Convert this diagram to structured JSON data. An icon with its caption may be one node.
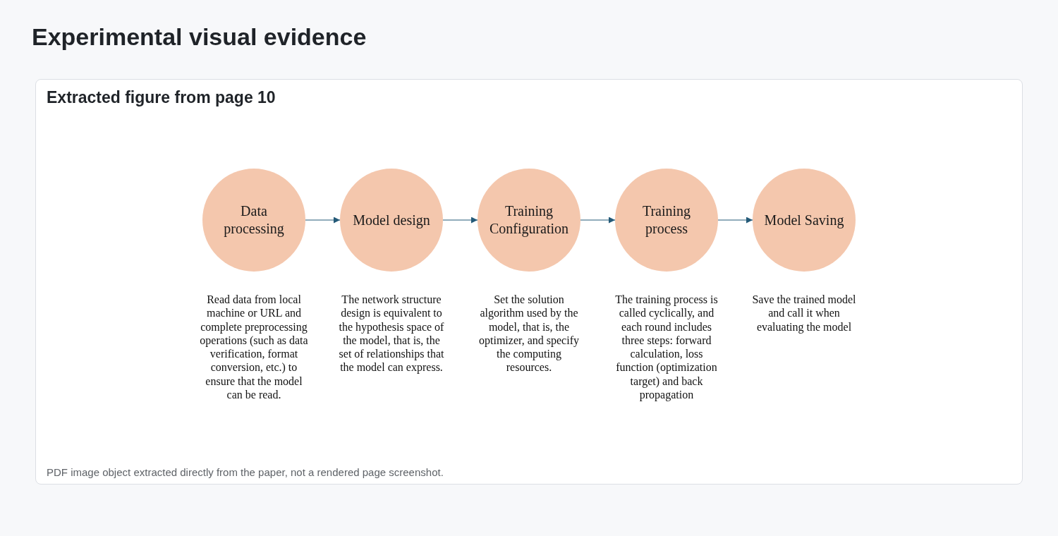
{
  "diagram": {
    "title": "Experimental visual evidence",
    "caption": "PDF image object extracted directly from the paper, not a rendered page screenshot.",
    "labels": [
      "Extracted figure from page 10"
    ],
    "nodes": [
      {
        "text": [
          "Data processing"
        ],
        "beside": [
          "Read data from local machine or URL and complete preprocessing operations (such as data verification, format conversion, etc.) to ensure that the model can be read."
        ]
      },
      {
        "text": [
          "Model design"
        ],
        "beside": [
          "The network structure design is equivalent to the hypothesis space of the model, that is, the set of relationships that the model can express."
        ]
      },
      {
        "text": [
          "Training Configuration"
        ],
        "beside": [
          "Set the solution algorithm used by the model, that is, the optimizer, and specify the computing resources."
        ]
      },
      {
        "text": [
          "Training process"
        ],
        "beside": [
          "The training process is called cyclically, and each round includes three steps: forward calculation, loss function (optimization target) and back propagation"
        ]
      },
      {
        "text": [
          "Model Saving"
        ],
        "beside": [
          "Save the trained model and call it when evaluating the model"
        ]
      }
    ],
    "edges": [
      {
        "from": 0,
        "to": 1,
        "arrow": "to"
      },
      {
        "from": 1,
        "to": 2,
        "arrow": "to"
      },
      {
        "from": 2,
        "to": 3,
        "arrow": "to"
      },
      {
        "from": 3,
        "to": 4,
        "arrow": "to"
      }
    ]
  }
}
